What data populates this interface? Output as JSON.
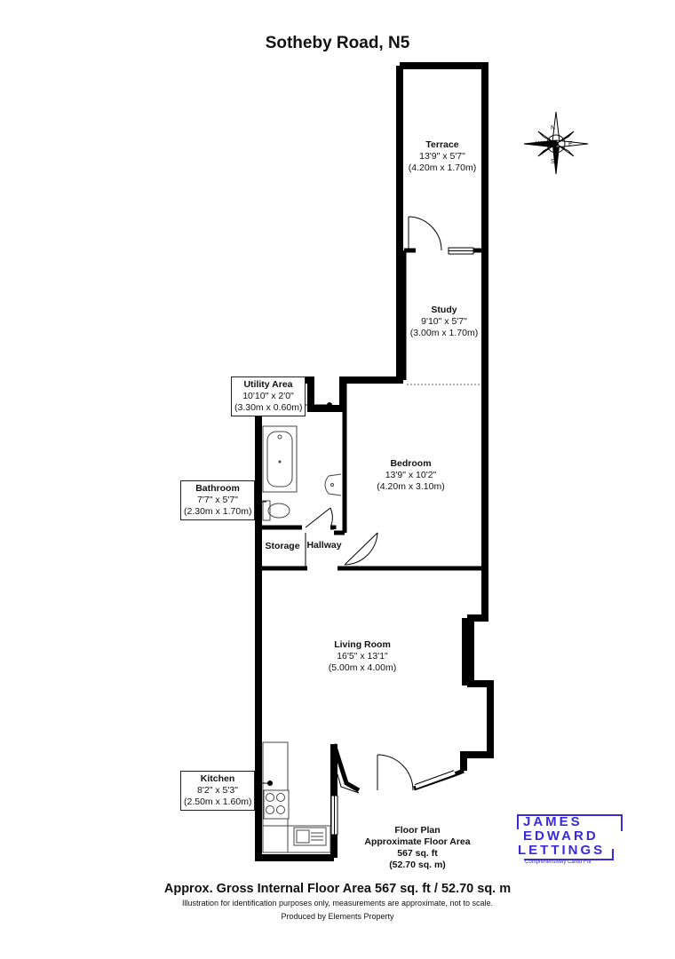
{
  "title": "Sotheby Road, N5",
  "rooms": {
    "terrace": {
      "name": "Terrace",
      "dim_imperial": "13'9\" x 5'7\"",
      "dim_metric": "(4.20m x 1.70m)"
    },
    "study": {
      "name": "Study",
      "dim_imperial": "9'10\" x 5'7\"",
      "dim_metric": "(3.00m x 1.70m)"
    },
    "utility": {
      "name": "Utility Area",
      "dim_imperial": "10'10\" x 2'0\"",
      "dim_metric": "(3.30m x 0.60m)"
    },
    "bedroom": {
      "name": "Bedroom",
      "dim_imperial": "13'9\" x 10'2\"",
      "dim_metric": "(4.20m x 3.10m)"
    },
    "bathroom": {
      "name": "Bathroom",
      "dim_imperial": "7'7\" x 5'7\"",
      "dim_metric": "(2.30m x 1.70m)"
    },
    "storage": {
      "name": "Storage"
    },
    "hallway": {
      "name": "Hallway"
    },
    "living": {
      "name": "Living Room",
      "dim_imperial": "16'5\" x 13'1\"",
      "dim_metric": "(5.00m x 4.00m)"
    },
    "kitchen": {
      "name": "Kitchen",
      "dim_imperial": "8'2\" x 5'3\"",
      "dim_metric": "(2.50m x 1.60m)"
    }
  },
  "floor_plan": {
    "label": "Floor Plan",
    "area_label": "Approximate Floor Area",
    "sqft": "567 sq. ft",
    "sqm": "(52.70 sq. m)"
  },
  "compass": {
    "n": "N",
    "s": "S",
    "e": "E",
    "w": "W"
  },
  "logo": {
    "line1": "JAMES",
    "line2": "EDWARD",
    "line3": "LETTINGS",
    "tagline": "Comprehensively Cared For"
  },
  "footer": {
    "gross_area": "Approx. Gross Internal Floor Area 567 sq. ft / 52.70 sq. m",
    "disclaimer": "Illustration for identification purposes only, measurements are approximate, not to scale.",
    "produced_by": "Produced by Elements Property"
  }
}
